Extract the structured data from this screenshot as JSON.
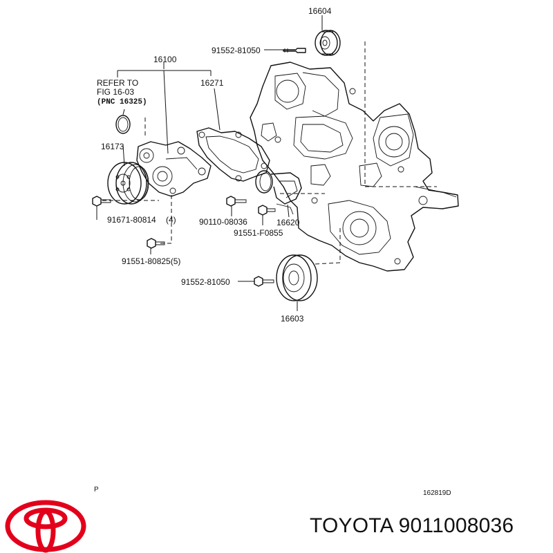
{
  "labels": {
    "p16604": "16604",
    "p91552_top": "91552-81050",
    "p16100": "16100",
    "refer_line1": "REFER TO",
    "refer_line2": "FIG 16-03",
    "refer_line3": "(PNC 16325)",
    "p16271": "16271",
    "p16173": "16173",
    "p91671": "91671-80814",
    "qty4": "(4)",
    "p91551_80825": "91551-80825(5)",
    "p90110": "90110-08036",
    "p16620": "16620",
    "p91551_f0855": "91551-F0855",
    "p91552_bottom": "91552-81050",
    "p16603": "16603",
    "corner_p": "P",
    "figure_code": "162819D"
  },
  "footer": {
    "brand_part": "TOYOTA 9011008036"
  },
  "colors": {
    "logo_red": "#e3001b",
    "line": "#111111"
  },
  "logo_icon": "toyota-logo-icon"
}
